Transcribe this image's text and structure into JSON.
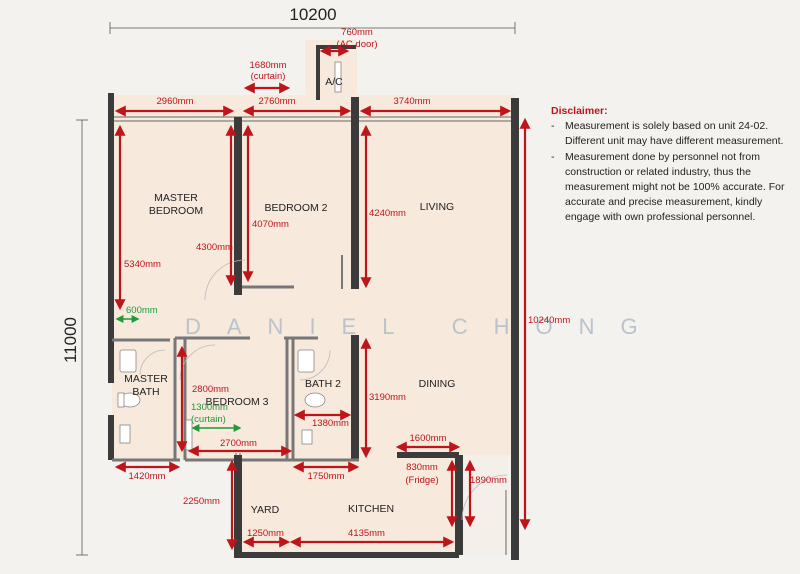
{
  "overall": {
    "width": "10200",
    "height": "11000"
  },
  "watermark": "DANIEL CHONG",
  "rooms": {
    "master_bedroom": [
      "MASTER",
      "BEDROOM"
    ],
    "bedroom2": "BEDROOM 2",
    "living": "LIVING",
    "ac": "A/C",
    "master_bath": [
      "MASTER",
      "BATH"
    ],
    "bedroom3": "BEDROOM 3",
    "bath2": "BATH 2",
    "dining": "DINING",
    "yard": "YARD",
    "kitchen": "KITCHEN"
  },
  "dims": {
    "ac_door": [
      "760mm",
      "(AC door)"
    ],
    "curtain_top": [
      "1680mm",
      "(curtain)"
    ],
    "d2960": "2960mm",
    "d2760": "2760mm",
    "d3740": "3740mm",
    "d5340": "5340mm",
    "d4300": "4300mm",
    "d4070": "4070mm",
    "d4240": "4240mm",
    "d10240": "10240mm",
    "d600": "600mm",
    "d2800": "2800mm",
    "curtain_b3": [
      "1300mm",
      "(curtain)"
    ],
    "d2700": "2700mm",
    "d1380": "1380mm",
    "d3190": "3190mm",
    "d1600": "1600mm",
    "fridge": [
      "830mm",
      "(Fridge)"
    ],
    "d1890": "1890mm",
    "d1420": "1420mm",
    "d1750": "1750mm",
    "d2250": "2250mm",
    "d1250": "1250mm",
    "d4135": "4135mm"
  },
  "disclaimer": {
    "title": "Disclaimer:",
    "items": [
      "Measurement is solely based on unit 24-02. Different unit may have different measurement.",
      "Measurement done by personnel not from construction or related industry, thus the measurement might not be 100% accurate. For accurate and precise measurement, kindly engage with own professional personnel."
    ]
  }
}
